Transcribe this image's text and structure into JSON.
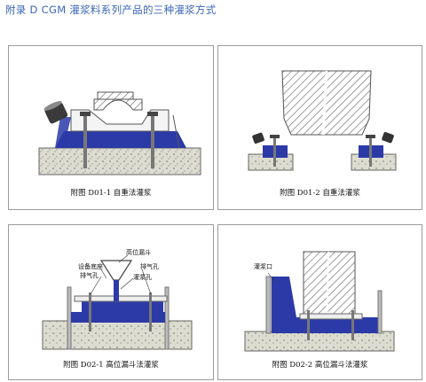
{
  "page_title": "附录 D CGM 灌浆料系列产品的三种灌浆方式",
  "figures": [
    {
      "caption": "附图 D01-1 自重法灌浆"
    },
    {
      "caption": "附图 D01-2 自重法灌浆"
    },
    {
      "caption": "附图 D02-1 高位漏斗法灌浆",
      "labels": {
        "funnel": "高位漏斗",
        "base_plate": "设备底座",
        "vent_left": "排气孔",
        "vent_right": "排气孔",
        "grout_hole": "灌浆孔"
      }
    },
    {
      "caption": "附图 D02-2 高位漏斗法灌浆",
      "labels": {
        "grout_port": "灌浆口"
      }
    }
  ],
  "colors": {
    "title": "#3a66b8",
    "grout": "#2c3aa8",
    "concrete": "#dcdcd0",
    "hatch": "#555555"
  }
}
